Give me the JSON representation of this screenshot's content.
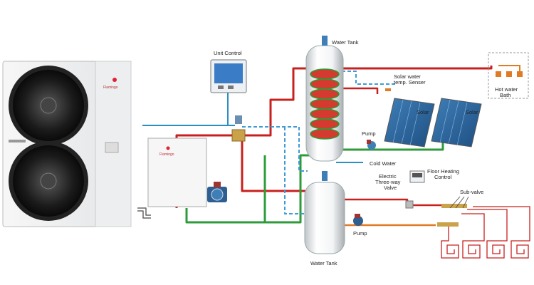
{
  "labels": {
    "unit_control": "Unit Control",
    "water_tank_top": "Water Tank",
    "water_tank_bottom": "Water Tank",
    "solar_sensor_line1": "Solar water",
    "solar_sensor_line2": "temp. Senser",
    "solar_1": "Solar",
    "solar_2": "Solar",
    "pump_solar": "Pump",
    "pump_bottom": "Pump",
    "cold_water": "Cold Water",
    "valve_line1": "Electric",
    "valve_line2": "Three-way",
    "valve_line3": "Valve",
    "floor_line1": "Floor Heating",
    "floor_line2": "Control",
    "sub_valve": "Sub-valve",
    "hot_line1": "Hot water",
    "hot_line2": "Bath",
    "brand_outdoor": "Flamingo",
    "brand_indoor": "Flamingo"
  },
  "colors": {
    "hot_pipe": "#c8201e",
    "return_pipe": "#2e9b3a",
    "cold_pipe": "#2a8fc4",
    "dashed_pipe": "#3f9bd6",
    "floor_pipe": "#e07a24",
    "coil": "#d43a2e"
  }
}
